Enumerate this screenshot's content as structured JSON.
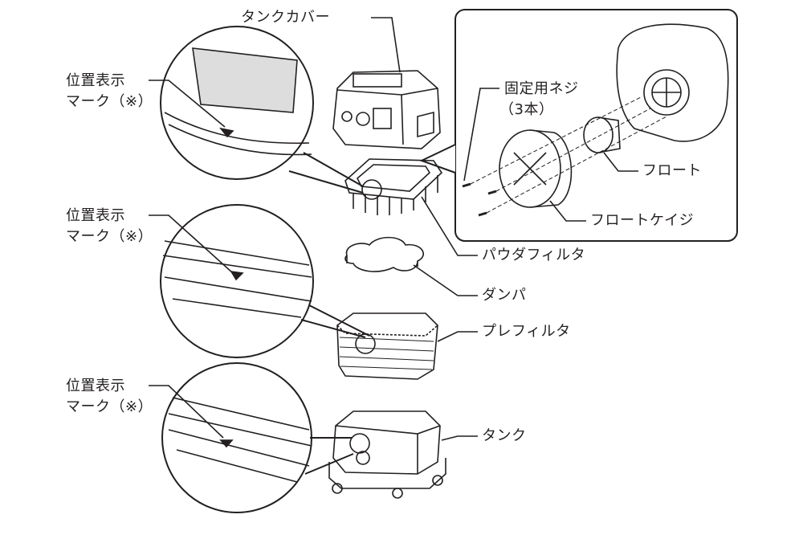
{
  "labels": {
    "tank_cover": "タンクカバー",
    "position_mark_line1": "位置表示",
    "position_mark_line2": "マーク（※）",
    "fixing_screws_line1": "固定用ネジ",
    "fixing_screws_line2": "（3本）",
    "float": "フロート",
    "float_cage": "フロートケイジ",
    "powder_filter": "パウダフィルタ",
    "damper": "ダンパ",
    "pre_filter": "プレフィルタ",
    "tank": "タンク"
  },
  "colors": {
    "line": "#231f20",
    "background": "#ffffff"
  }
}
